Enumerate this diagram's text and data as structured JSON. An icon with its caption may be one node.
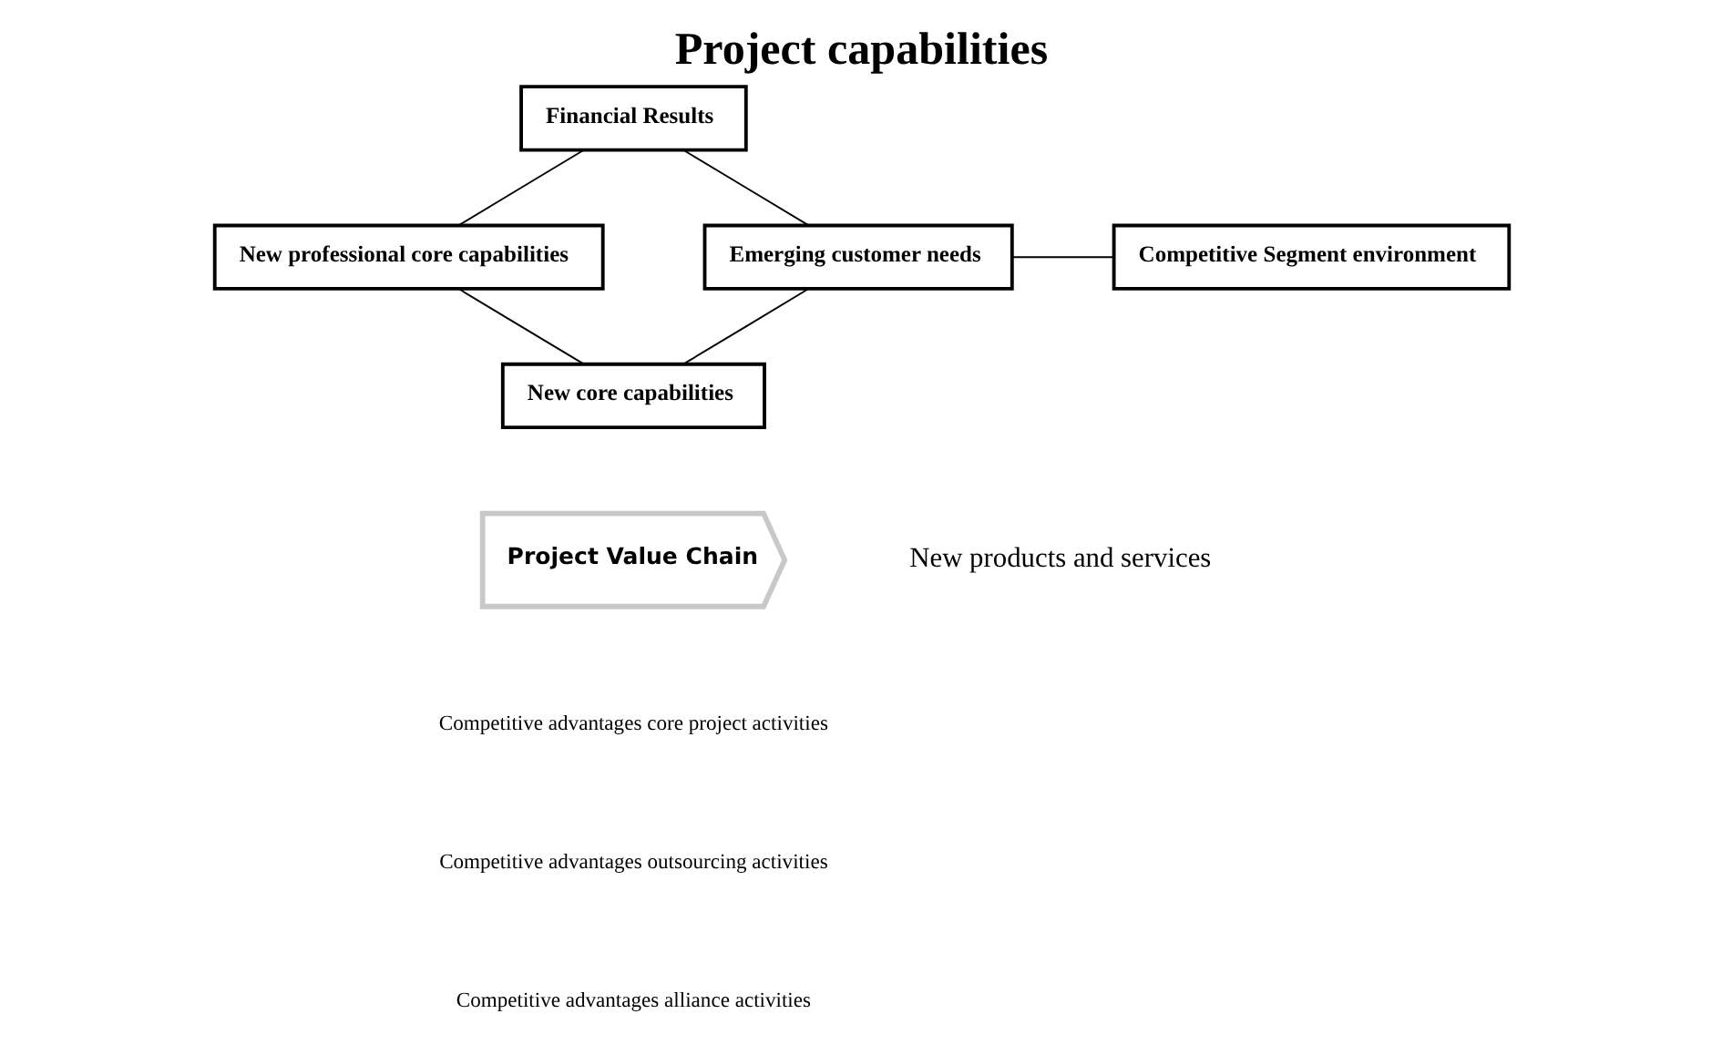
{
  "diagram": {
    "title": "Project capabilities",
    "nodes": [
      {
        "text": [
          "Financial Results"
        ]
      },
      {
        "text": [
          "New professional core capabilities"
        ]
      },
      {
        "text": [
          "Emerging customer needs"
        ]
      },
      {
        "text": [
          "Competitive Segment environment"
        ]
      },
      {
        "text": [
          "New core capabilities"
        ]
      },
      {
        "text": [
          "Project Value Chain"
        ]
      }
    ],
    "edges": [
      {
        "from": 0,
        "to": 1,
        "arrow": "none"
      },
      {
        "from": 0,
        "to": 2,
        "arrow": "none"
      },
      {
        "from": 2,
        "to": 3,
        "arrow": "none"
      },
      {
        "from": 1,
        "to": 4,
        "arrow": "none"
      },
      {
        "from": 4,
        "to": 2,
        "arrow": "none"
      }
    ],
    "labels": [
      "New products and services",
      "Competitive advantages core project activities",
      "Competitive advantages outsourcing activities",
      "Competitive advantages alliance activities"
    ]
  }
}
